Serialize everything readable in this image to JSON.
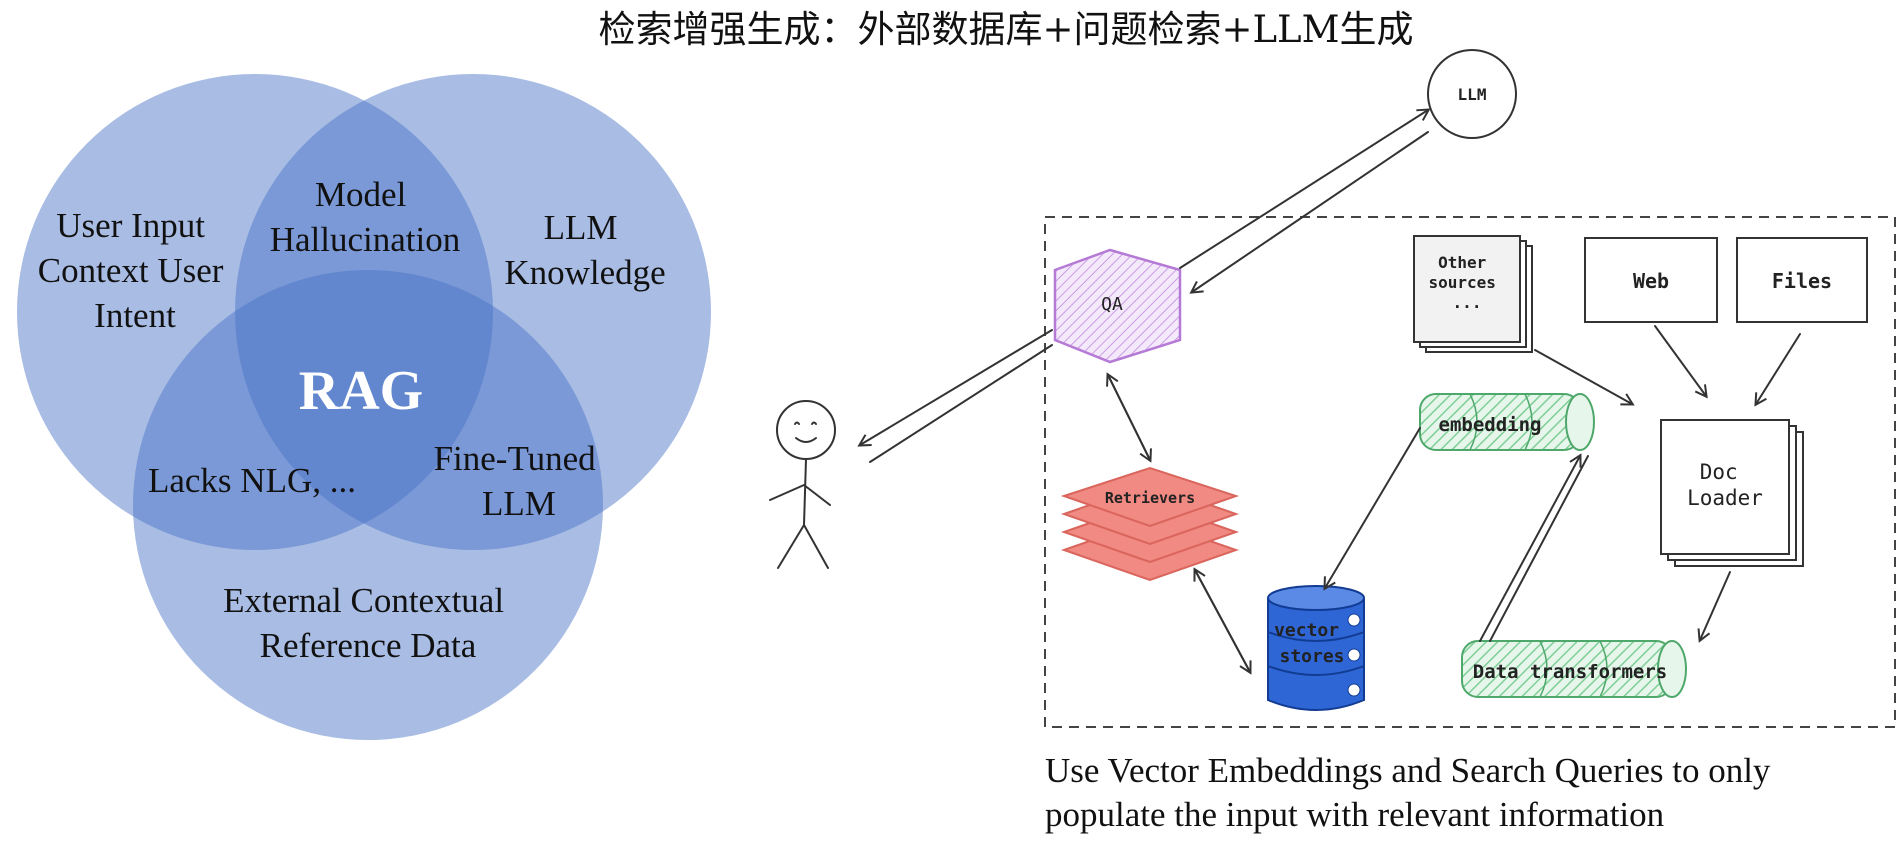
{
  "title": "检索增强生成：外部数据库+问题检索+LLM生成",
  "venn": {
    "top_left": [
      "User Input",
      "Context User",
      "Intent"
    ],
    "top_middle": [
      "Model",
      "Hallucination"
    ],
    "top_right": [
      "LLM",
      "Knowledge"
    ],
    "center": "RAG",
    "bottom_left": "Lacks NLG, ...",
    "bottom_right": [
      "Fine-Tuned",
      "LLM"
    ],
    "bottom": [
      "External Contextual",
      "Reference Data"
    ],
    "fill_color": "#4a73c6"
  },
  "pipeline": {
    "llm": "LLM",
    "qa": "QA",
    "other_sources": [
      "Other",
      "sources",
      "..."
    ],
    "web": "Web",
    "files": "Files",
    "embedding": "embedding",
    "doc_loader": [
      "Doc",
      "Loader"
    ],
    "retrievers": "Retrievers",
    "vector_stores": [
      "vector",
      "stores"
    ],
    "data_transformers": "Data transformers",
    "colors": {
      "qa": "#b57ad6",
      "retrievers": "#ef8078",
      "vector_store": "#2f66d6",
      "green": "#6cc28a"
    }
  },
  "caption": [
    "Use Vector Embeddings and Search Queries to only",
    "populate the input with relevant information"
  ]
}
